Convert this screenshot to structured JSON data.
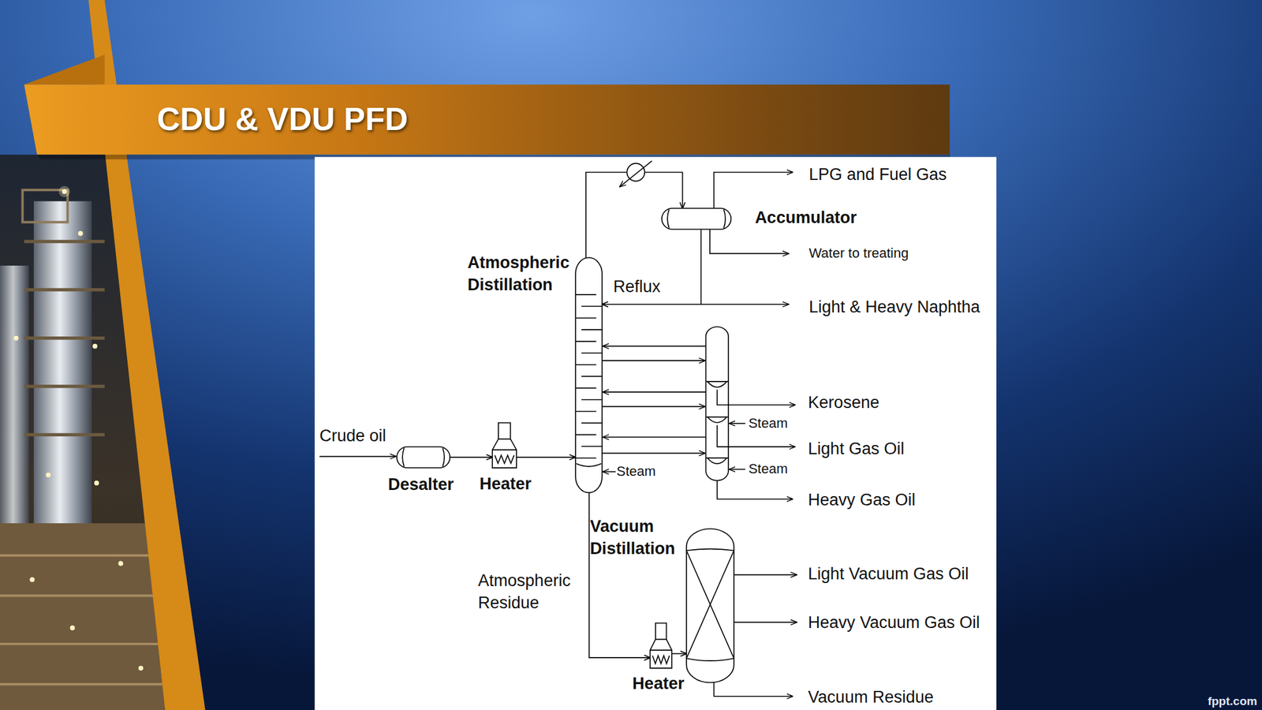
{
  "diagram": {
    "title": "CDU & VDU PFD",
    "nodes": [
      {
        "text": [
          "Desalter"
        ]
      },
      {
        "text": [
          "Heater"
        ]
      },
      {
        "text": [
          "Atmospheric Distillation"
        ]
      },
      {
        "text": [
          "Accumulator"
        ]
      },
      {
        "text": [
          "Vacuum Distillation"
        ]
      },
      {
        "text": [
          "Heater"
        ]
      }
    ],
    "edges": [
      {
        "from": 0,
        "to": 1,
        "arrow": "to"
      },
      {
        "from": 1,
        "to": 2,
        "arrow": "to"
      },
      {
        "from": 2,
        "to": 3,
        "arrow": "to"
      },
      {
        "from": 3,
        "to": 2,
        "label": "Reflux",
        "arrow": "to"
      },
      {
        "from": 2,
        "to": 5,
        "label": "Atmospheric Residue",
        "arrow": "to"
      },
      {
        "from": 5,
        "to": 4,
        "arrow": "to"
      }
    ],
    "labels": [
      "Crude oil",
      "LPG and Fuel Gas",
      "Water to treating",
      "Light & Heavy Naphtha",
      "Kerosene",
      "Steam",
      "Light Gas Oil",
      "Steam",
      "Heavy Gas Oil",
      "Steam",
      "Light Vacuum Gas Oil",
      "Heavy Vacuum Gas Oil",
      "Vacuum Residue",
      "fppt.com"
    ]
  }
}
